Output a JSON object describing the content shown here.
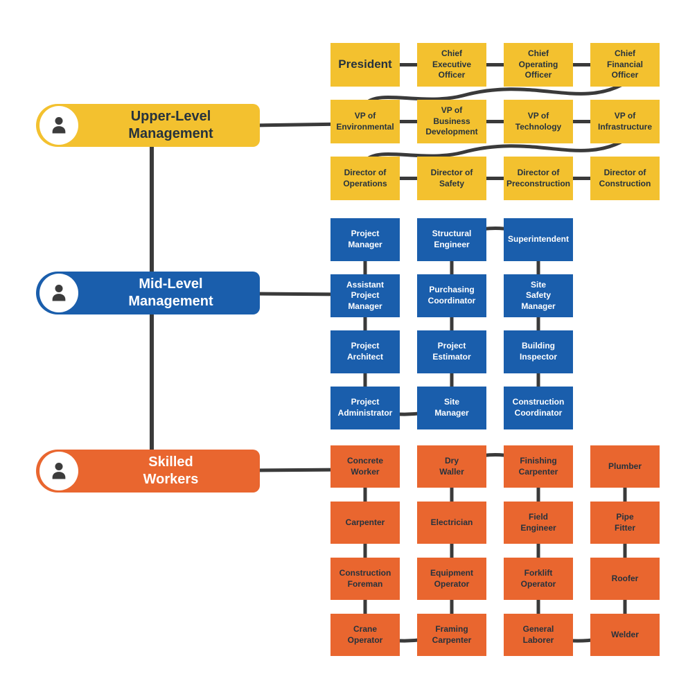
{
  "colors": {
    "upper_level": "#F3C12F",
    "mid_level": "#1A5EAC",
    "skilled_level": "#E9662F",
    "connector_line": "#3A3A3A",
    "dark_text": "#26323D",
    "light_text": "#FFFFFF"
  },
  "sections": {
    "upper": {
      "label": "Upper-Level\nManagement",
      "icon": "person-icon",
      "rows": [
        [
          "President",
          "Chief\nExecutive\nOfficer",
          "Chief\nOperating\nOfficer",
          "Chief\nFinancial\nOfficer"
        ],
        [
          "VP of\nEnvironmental",
          "VP of\nBusiness\nDevelopment",
          "VP of\nTechnology",
          "VP of\nInfrastructure"
        ],
        [
          "Director of\nOperations",
          "Director of\nSafety",
          "Director of\nPreconstruction",
          "Director of\nConstruction"
        ]
      ]
    },
    "mid": {
      "label": "Mid-Level\nManagement",
      "icon": "person-icon",
      "rows": [
        [
          "Project\nManager",
          "Structural\nEngineer",
          "Superintendent"
        ],
        [
          "Assistant\nProject\nManager",
          "Purchasing\nCoordinator",
          "Site\nSafety\nManager"
        ],
        [
          "Project\nArchitect",
          "Project\nEstimator",
          "Building\nInspector"
        ],
        [
          "Project\nAdministrator",
          "Site\nManager",
          "Construction\nCoordinator"
        ]
      ]
    },
    "skilled": {
      "label": "Skilled\nWorkers",
      "icon": "person-icon",
      "rows": [
        [
          "Concrete\nWorker",
          "Dry\nWaller",
          "Finishing\nCarpenter",
          "Plumber"
        ],
        [
          "Carpenter",
          "Electrician",
          "Field\nEngineer",
          "Pipe\nFitter"
        ],
        [
          "Construction\nForeman",
          "Equipment\nOperator",
          "Forklift\nOperator",
          "Roofer"
        ],
        [
          "Crane\nOperator",
          "Framing\nCarpenter",
          "General\nLaborer",
          "Welder"
        ]
      ]
    }
  }
}
